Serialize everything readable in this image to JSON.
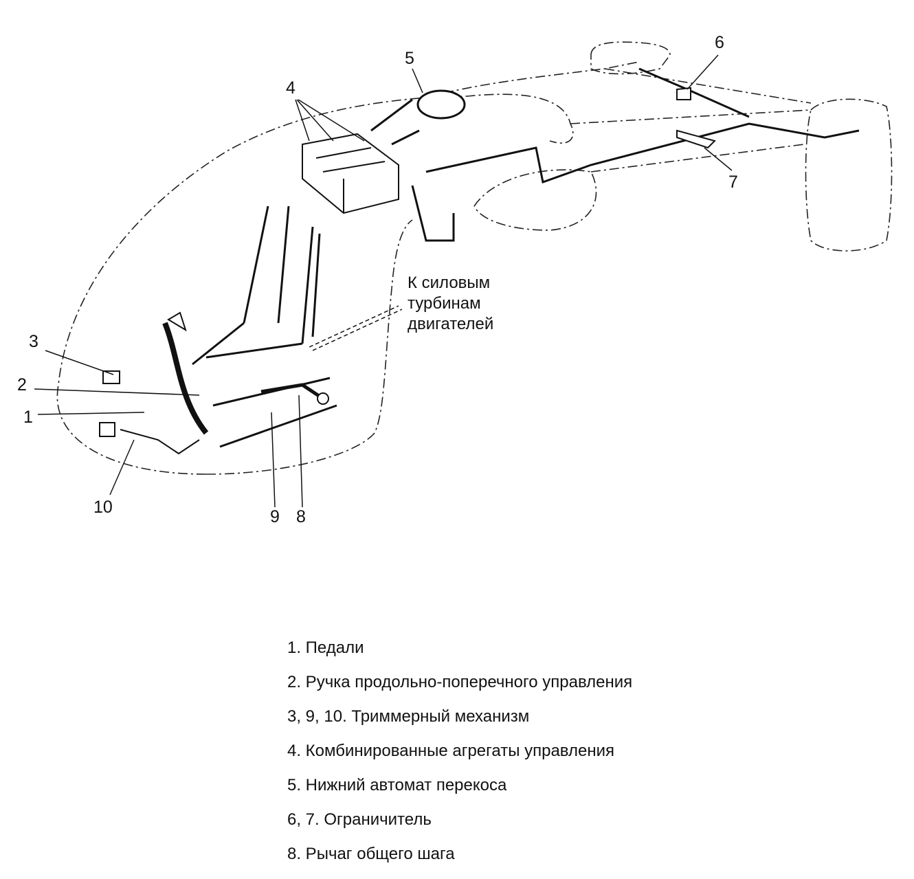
{
  "callouts": {
    "c1": "1",
    "c2": "2",
    "c3": "3",
    "c4": "4",
    "c5": "5",
    "c6": "6",
    "c7": "7",
    "c8": "8",
    "c9": "9",
    "c10": "10"
  },
  "annotation": {
    "line1": "К силовым",
    "line2": "турбинам",
    "line3": "двигателей"
  },
  "legend": [
    "1.  Педали",
    "2.  Ручка продольно-поперечного управления",
    "3, 9, 10. Триммерный механизм",
    "4.  Комбинированные агрегаты управления",
    "5.  Нижний автомат перекоса",
    "6, 7. Ограничитель",
    "8.  Рычаг общего шага"
  ]
}
